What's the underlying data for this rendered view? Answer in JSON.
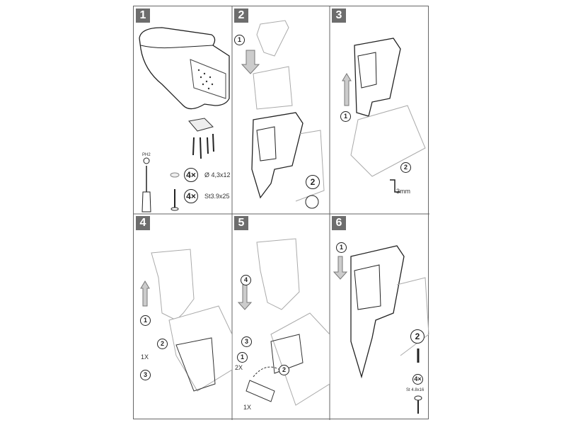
{
  "steps": [
    {
      "number": "1",
      "screwdriver_label": "PH2",
      "hardware": [
        {
          "qty": "4×",
          "spec": "Ø 4,3x12"
        },
        {
          "qty": "4×",
          "spec": "St3.9x25"
        }
      ]
    },
    {
      "number": "2",
      "callouts": [
        "1",
        "2"
      ]
    },
    {
      "number": "3",
      "callouts": [
        "1",
        "2"
      ],
      "measure": "3mm"
    },
    {
      "number": "4",
      "callouts": [
        "1",
        "2",
        "3"
      ],
      "count": "1X"
    },
    {
      "number": "5",
      "callouts": [
        "1",
        "2",
        "3",
        "4"
      ],
      "counts": [
        "2X",
        "1X"
      ]
    },
    {
      "number": "6",
      "callouts": [
        "1",
        "2"
      ],
      "hardware": {
        "qty": "4×",
        "spec": "St 4.8x16"
      }
    }
  ],
  "colors": {
    "badge": "#6d6d6d",
    "line": "#333333",
    "sketch": "#aaaaaa"
  }
}
